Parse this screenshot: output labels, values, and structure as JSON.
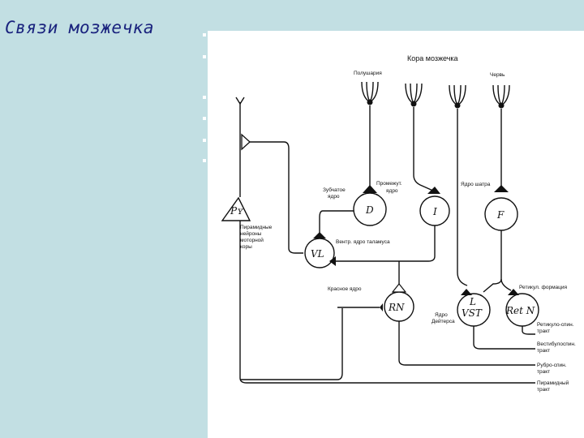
{
  "slide": {
    "title": "Связи мозжечка"
  },
  "diagram": {
    "header": "Кора мозжечка",
    "hemispheres": "Полушария",
    "vermis": "Червь",
    "dentate": "Зубчатое ядро",
    "interposed": "Промежут. ядро",
    "fastigial": "Ядро шатра",
    "pyramidal_neurons": "Пирамидные нейроны моторной коры",
    "thalamus": "Вентр. ядро таламуса",
    "red_nucleus": "Красное ядро",
    "deiters": "Ядро Дейтерса",
    "reticular": "Ретикул. формация",
    "reticulospinal": "Ретикуло-спин. тракт",
    "vestibulospinal": "Вестибулоспин. тракт",
    "rubrospinal": "Рубро-спин. тракт",
    "pyramidal_tract": "Пирамидный тракт",
    "nodes": {
      "py": "Pʏ",
      "d": "D",
      "i": "I",
      "f": "F",
      "vl": "VL",
      "rn": "RN",
      "lvst_l": "L",
      "lvst_vst": "VST",
      "retn": "Ret N"
    }
  }
}
